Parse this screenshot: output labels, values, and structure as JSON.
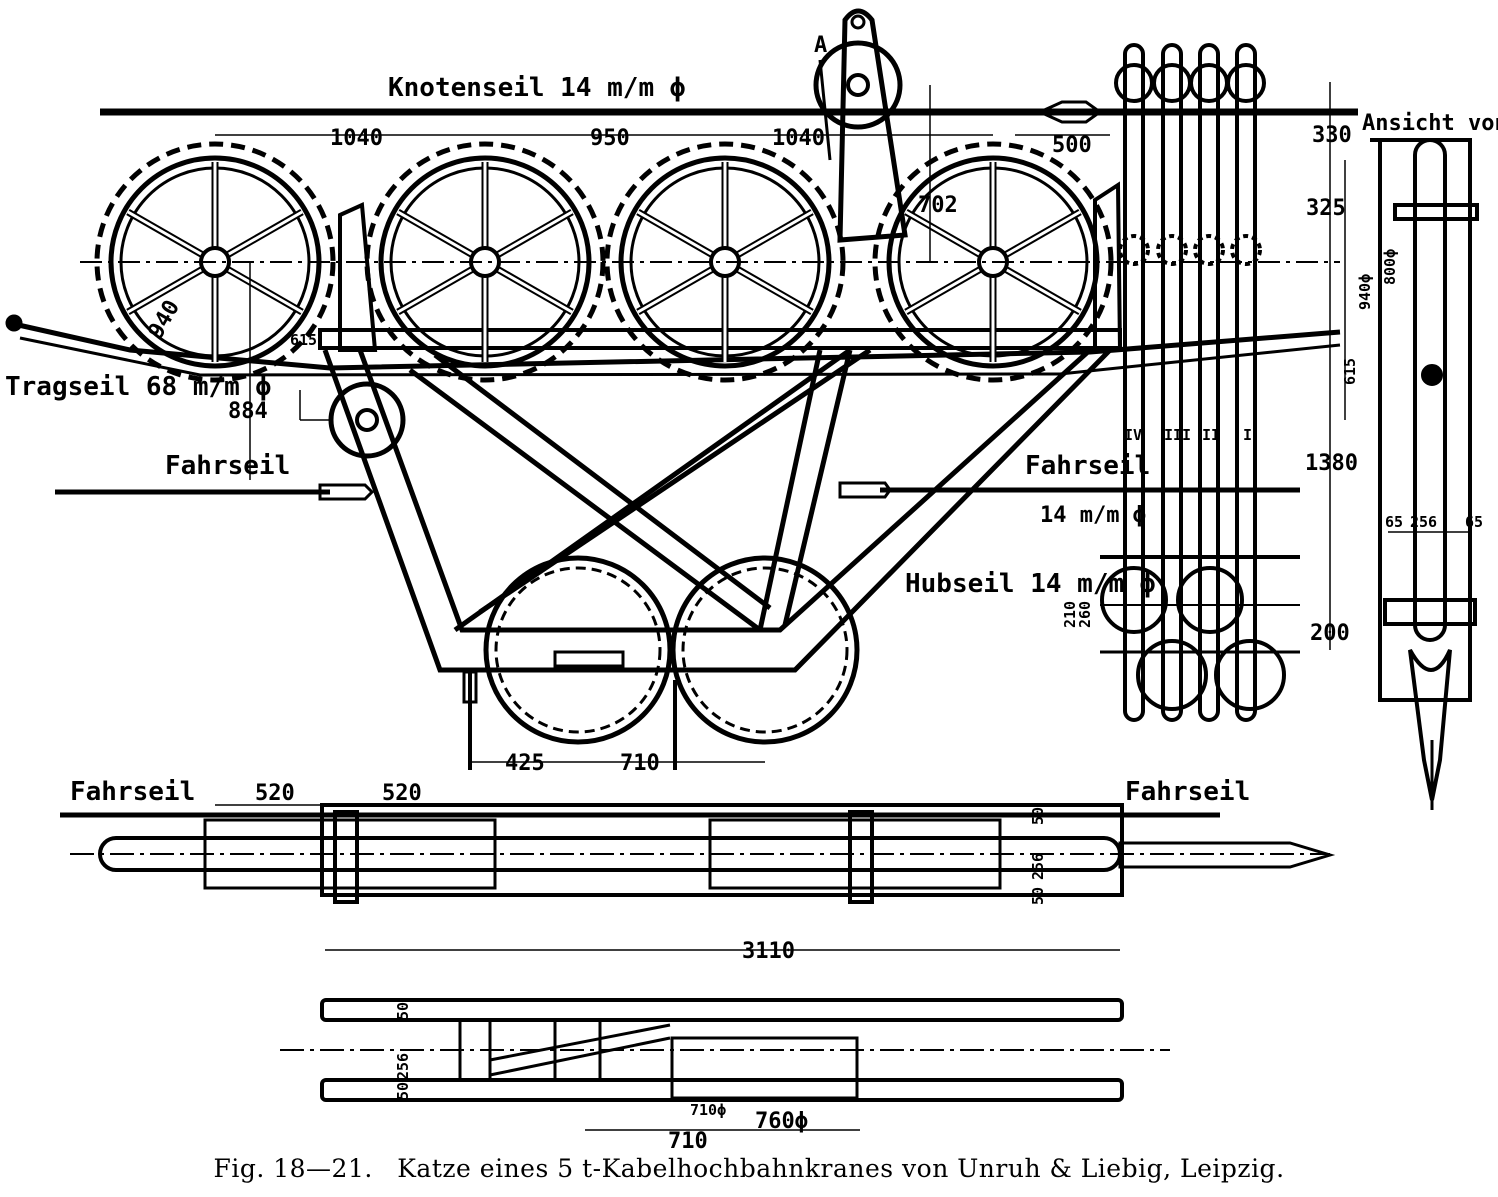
{
  "labels": {
    "knotenseil": "Knotenseil 14 m/m ϕ",
    "tragseil": "Tragseil 68 m/m ϕ",
    "fahrseil": "Fahrseil",
    "fahrseil_14": "14 m/m ϕ",
    "hubseil": "Hubseil 14 m/m ϕ",
    "ansicht_a": "Ansicht von A",
    "point_a": "A",
    "roman_1": "I",
    "roman_2": "II",
    "roman_3": "III",
    "roman_4": "IV"
  },
  "dimensions": {
    "d1040a": "1040",
    "d950": "950",
    "d1040b": "1040",
    "d500": "500",
    "d330": "330",
    "d325": "325",
    "d702": "702",
    "d940a": "940",
    "d940b": "940ϕ",
    "d800": "800ϕ",
    "d615a": "615",
    "d615b": "615",
    "d884": "884",
    "d1380": "1380",
    "d200": "200",
    "d210": "210",
    "d260": "260",
    "d425": "425",
    "d710a": "710",
    "d520a": "520",
    "d520b": "520",
    "d3110": "3110",
    "d256a": "256",
    "d256b": "256",
    "d256c": "256",
    "d65a": "65",
    "d65b": "65",
    "d50a": "50",
    "d50b": "50",
    "d50c": "50",
    "d50d": "50",
    "d710b": "710",
    "d710phi": "710ϕ",
    "d760phi": "760ϕ"
  },
  "caption": {
    "figure": "Fig. 18—21.",
    "text": "Katze eines 5 t-Kabelhochbahnkranes von Unruh & Liebig, Leipzig."
  }
}
